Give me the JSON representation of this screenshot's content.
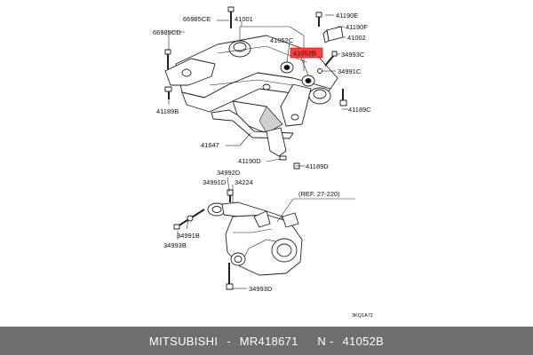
{
  "colors": {
    "highlight": "#ff4040",
    "footer_bg": "#6f6f6f",
    "footer_text": "#ffffff"
  },
  "labels": {
    "l_66985ce": "66985CE",
    "l_41001": "41001",
    "l_41190e": "41190E",
    "l_41190f": "41190F",
    "l_41002": "41002",
    "l_66985cd": "66985CD",
    "l_41052c": "41052C",
    "l_41052b": "41052B",
    "l_34993c": "34993C",
    "l_34991c": "34991C",
    "l_41189b": "41189B",
    "l_41189c": "41189C",
    "l_41647": "41647",
    "l_41190d": "41190D",
    "l_41189d": "41189D",
    "l_34992d": "34992D",
    "l_34991d": "34991D",
    "l_34224": "34224",
    "l_ref": "(REF. 27-220)",
    "l_34991b": "34991B",
    "l_34993b": "34993B",
    "l_34993d": "34993D",
    "l_code": "3KQ1A72"
  },
  "footer": {
    "brand": "MITSUBISHI",
    "sep1": " - ",
    "part_number": "MR418671",
    "sep2": "    N - ",
    "ref_number": "41052B"
  }
}
